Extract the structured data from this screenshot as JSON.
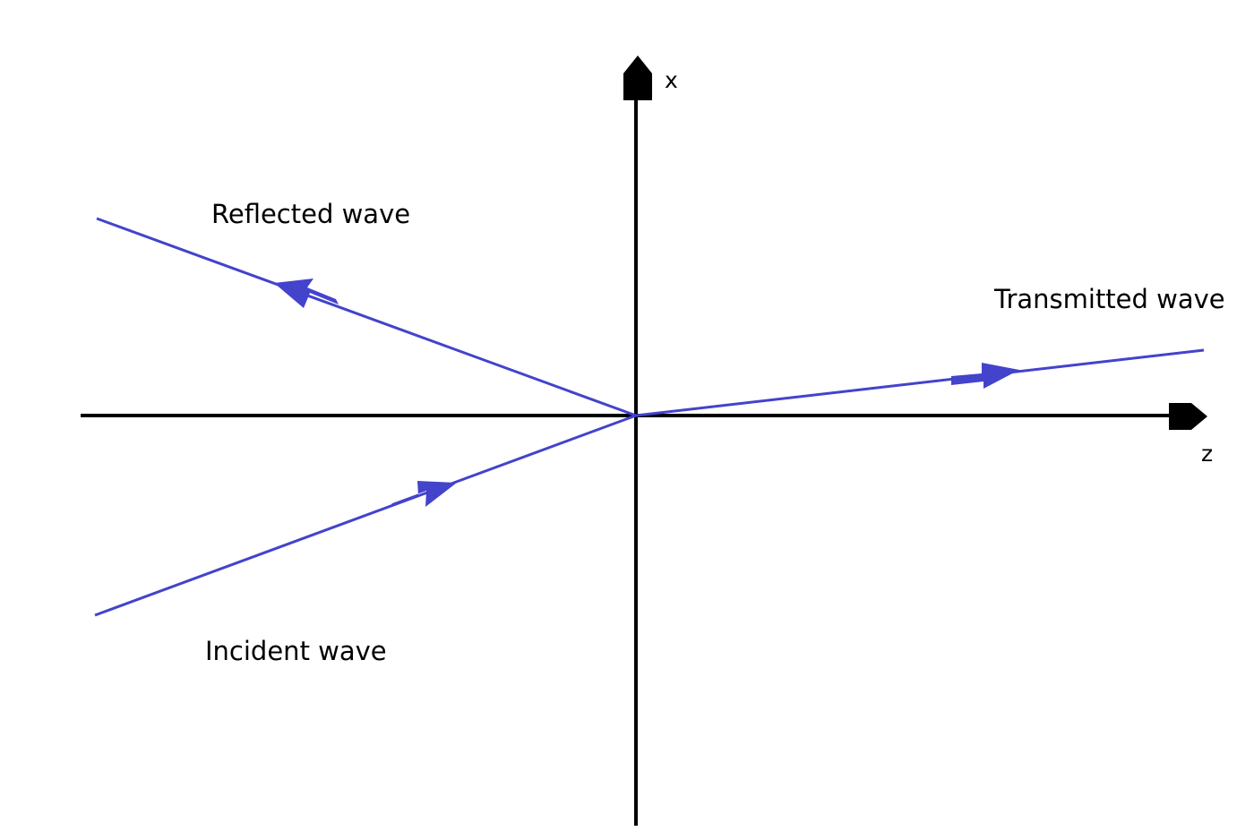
{
  "axes": {
    "x_label": "x",
    "z_label": "z"
  },
  "rays": {
    "incident_label": "Incident wave",
    "reflected_label": "Reflected wave",
    "transmitted_label": "Transmitted wave"
  },
  "colors": {
    "axis": "#000000",
    "ray": "#4343cc"
  }
}
